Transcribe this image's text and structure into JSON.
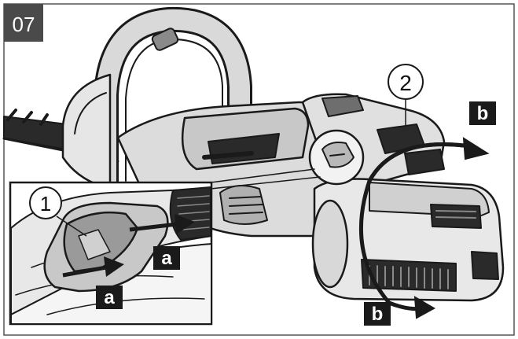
{
  "figure": {
    "step_number": "07",
    "callouts": {
      "part_1": "1",
      "part_2": "2"
    },
    "arrow_labels": {
      "a_upper": "a",
      "a_lower": "a",
      "b_upper": "b",
      "b_lower": "b"
    }
  },
  "colors": {
    "outline": "#1a1a1a",
    "light_gray": "#d9d9d9",
    "mid_gray": "#b0b0b0",
    "dark_gray": "#6e6e6e",
    "label_bg": "#1a1a1a",
    "label_text": "#ffffff",
    "step_badge": "#4a4a4a"
  }
}
